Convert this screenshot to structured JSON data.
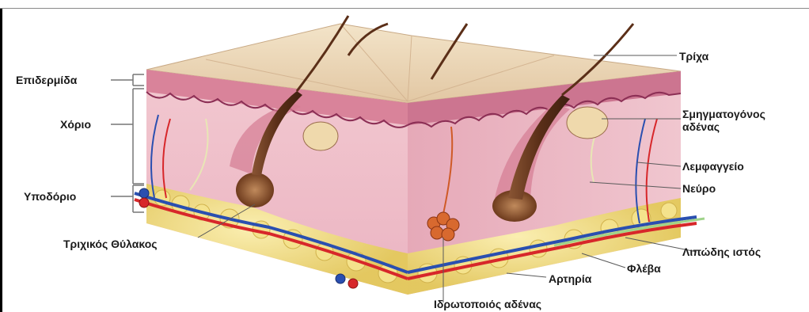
{
  "diagram": {
    "labels": {
      "epidermis": "Επιδερμίδα",
      "dermis": "Χόριο",
      "hypodermis": "Υποδόριο",
      "hair_follicle": "Τριχικός Θύλακος",
      "hair": "Τρίχα",
      "sebaceous_gland_line1": "Σμηγματογόνος",
      "sebaceous_gland_line2": "αδένας",
      "lymph_vessel": "Λεμφαγγείο",
      "nerve": "Νεύρο",
      "adipose_tissue": "Λιπώδης ιστός",
      "vein": "Φλέβα",
      "artery": "Αρτηρία",
      "sweat_gland": "Ιδρωτοποιός αδένας"
    },
    "colors": {
      "epidermis_top": "#ead7b8",
      "dermis": "#eec0c9",
      "dermis_side": "#e3a7b6",
      "hair": "#6b3b22",
      "fat": "#efe08a",
      "artery": "#d7272a",
      "vein": "#2a4fb0",
      "nerve": "#e8e6b5",
      "sweat_gland": "#cf5a27"
    }
  }
}
